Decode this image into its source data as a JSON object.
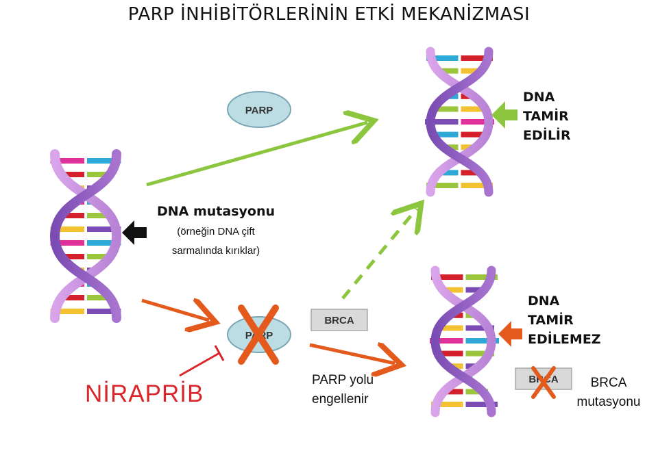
{
  "title": "PARP İNHİBİTÖRLERİNİN ETKİ MEKANİZMASI",
  "nodes": {
    "parp_top": "PARP",
    "parp_mid": "PARP",
    "brca_mid": "BRCA",
    "brca_bottom": "BRCA"
  },
  "labels": {
    "mutation_title": "DNA mutasyonu",
    "mutation_sub1": "(örneğin DNA çift",
    "mutation_sub2": "sarmalında kırıklar)",
    "repaired": [
      "DNA",
      "TAMİR",
      "EDİLİR"
    ],
    "not_repaired": [
      "DNA",
      "TAMİR",
      "EDİLEMEZ"
    ],
    "brca_mutation": [
      "BRCA",
      "mutasyonu"
    ],
    "parp_blocked": [
      "PARP yolu",
      "engellenir"
    ],
    "drug": "NİRAPRİB"
  },
  "colors": {
    "green_arrow": "#8cc63f",
    "orange_arrow": "#e35a1c",
    "inhibitor_red": "#d9262b",
    "node_fill": "#bcdde4",
    "node_stroke": "#7aa7b3",
    "box_fill": "#d9d9d9",
    "helix_light": "#c08ad6",
    "helix_dark": "#7b4cb3"
  },
  "icons": [
    "black-arrow-icon",
    "green-arrow-icon",
    "orange-arrow-icon",
    "cross-mark-icon",
    "inhibition-bar-icon"
  ]
}
